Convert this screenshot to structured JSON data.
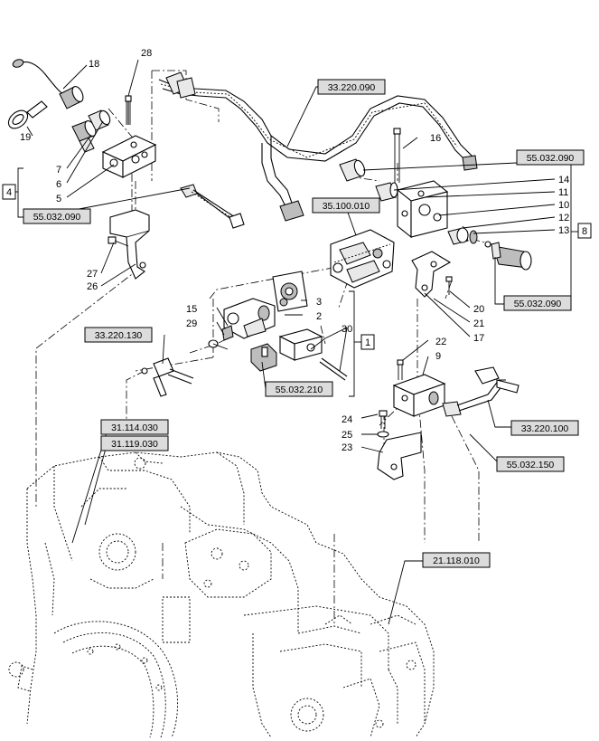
{
  "labels": {
    "l28": "28",
    "l18": "18",
    "l19": "19",
    "l7": "7",
    "l6": "6",
    "l5": "5",
    "l27": "27",
    "l26": "26",
    "l16": "16",
    "l14": "14",
    "l11": "11",
    "l10": "10",
    "l12": "12",
    "l13": "13",
    "l15": "15",
    "l29": "29",
    "l3": "3",
    "l2": "2",
    "l30": "30",
    "l20": "20",
    "l21": "21",
    "l17": "17",
    "l22": "22",
    "l9": "9",
    "l24": "24",
    "l25": "25",
    "l23": "23"
  },
  "groups": {
    "g4": "4",
    "g8": "8",
    "g1": "1"
  },
  "refs": {
    "r_33_220_090": "33.220.090",
    "r_55_032_090_a": "55.032.090",
    "r_55_032_090_b": "55.032.090",
    "r_55_032_090_c": "55.032.090",
    "r_35_100_010": "35.100.010",
    "r_33_220_130": "33.220.130",
    "r_55_032_210": "55.032.210",
    "r_31_114_030": "31.114.030",
    "r_31_119_030": "31.119.030",
    "r_33_220_100": "33.220.100",
    "r_55_032_150": "55.032.150",
    "r_21_118_010": "21.118.010"
  }
}
